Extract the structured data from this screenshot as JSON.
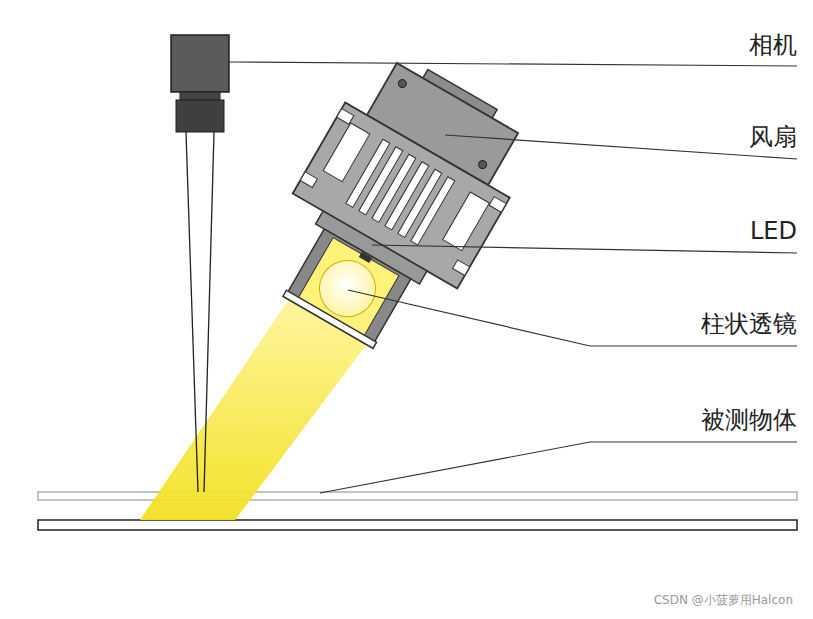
{
  "diagram": {
    "labels": [
      "相机",
      "风扇",
      "LED",
      "柱状透镜",
      "被测物体",
      "CSDN @小菠萝用Halcon"
    ]
  }
}
